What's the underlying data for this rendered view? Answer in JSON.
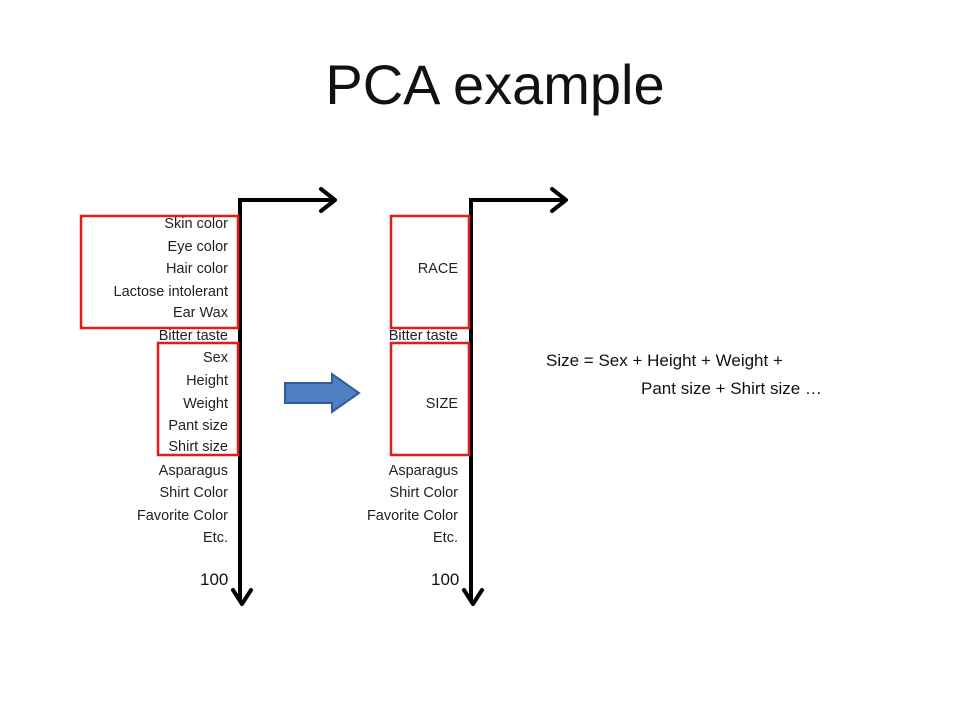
{
  "title": "PCA example",
  "left_panel": {
    "variables": [
      "Skin color",
      "Eye color",
      "Hair color",
      "Lactose intolerant",
      "Ear Wax",
      "Bitter taste",
      "Sex",
      "Height",
      "Weight",
      "Pant size",
      "Shirt size",
      "Asparagus",
      "Shirt Color",
      "Favorite Color",
      "Etc."
    ],
    "axis_end_label": "100"
  },
  "right_panel": {
    "variables": [
      "RACE",
      "Bitter taste",
      "SIZE",
      "Asparagus",
      "Shirt Color",
      "Favorite Color",
      "Etc."
    ],
    "axis_end_label": "100"
  },
  "formula": {
    "line1": "Size = Sex + Height + Weight +",
    "line2": "Pant size + Shirt size …"
  },
  "colors": {
    "group_box": "#e31b1b",
    "arrow_fill": "#4f7fc2",
    "arrow_stroke": "#2f5d99",
    "axis": "#000000"
  }
}
